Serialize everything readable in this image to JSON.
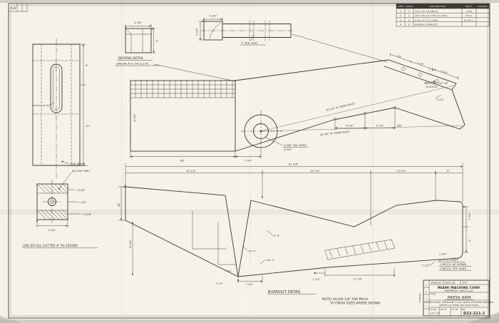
{
  "colors": {
    "paper": "#f4f2e9",
    "ink": "#3a3832"
  },
  "d": {
    "corner": "A-D",
    "lv6": "6\"",
    "lv12": "12\"",
    "lv234": "2 3/4\"",
    "lv1316": "1 3/16\"",
    "lv134": "1 3/4\"",
    "lv2316": "2 3/16\"",
    "b434": "4 3/4\"",
    "b3": "3\"",
    "disc534": "5 3/4\"",
    "disc314": "3 1/4\"",
    "p4000": "4.000\"",
    "p26": "26\"",
    "p714": "7 1/4\"",
    "p614a": "6 1/4\"",
    "p614b": "6 1/4\"",
    "p38": "3/8\"",
    "p34": "3/4\"",
    "p134": "1 3/4\"",
    "p212": "2 1/2\"",
    "p112": "1 1/2\"",
    "p114": "1 1/4\"",
    "u8134": "81 3/4\"",
    "u3314": "33 1/4\"",
    "u2614": "26 1/4\"",
    "u1534": "15 3/4\"",
    "u9": "9\"",
    "u16": "16\"",
    "u1212": "12 1/2\"",
    "u5r": "5\" R",
    "u34r": "3/4\" R",
    "u38r": "3/8\" R",
    "u134": "1 3/4\"",
    "u714": "7 1/4\"",
    "u314": "3 1/4\"",
    "u214": "2 1/4\"",
    "u2114": "21 1/4\"",
    "u212": "2 1/2\"",
    "u234": "2 3/4\"",
    "u334": "3 3/4\"",
    "u4": "4\""
  },
  "labels": {
    "pre_mach": "PRE-MACH",
    "tap_thru": "W-8 TAP THRU",
    "finish": "FINISH 1/4 DP",
    "cutter": "USE DO ALL CUTTER # 76-CR2069",
    "bearing": "BEARING DETAIL",
    "bearing_sub": "SIMILAR # 51-56-112-40",
    "disc": "7\" DIA. DISC",
    "bore1": "3.500\" DIA. BORE",
    "bore2": "3.502\"",
    "rad1": "30 1/4\" R. FROM PIVOT",
    "rad2": "28 3/4\" R. FROM PIVOT",
    "tap10": "W-10 TAP 3/4\" DP",
    "tap10b": "6-HOLES",
    "burnout": "BURNOUT DETAIL",
    "note1": "NOTE) ALLOW 1/8\" FOR MACH.",
    "note2": "TO FINISH SIZES WHERE SHOWN",
    "veo1": "V.E.O. # 15923",
    "veo2": "1-REQ'D. AS SHOWN",
    "veo3": "1-REQ'D. OPP. HAND"
  },
  "parts_table": {
    "headers": [
      "ITEM",
      "QUAN",
      "DESCRIPTION",
      "MAT'L",
      "REMARKS"
    ],
    "rows": [
      {
        "item": "1",
        "quan": "1",
        "desc": "7/8 X 30 7/8 DETAIL",
        "matl": "1045"
      },
      {
        "item": "2",
        "quan": "1",
        "desc": "7/8 X 16 1/4 X 84 1/2 LONG",
        "matl": "H.R.S."
      },
      {
        "item": "3",
        "quan": "2",
        "desc": "1 DIA. X 4 1/2 LONG",
        "matl": "H.R.M.S."
      },
      {
        "item": "4",
        "quan": "2",
        "desc": "HARDEN COMPLETE",
        "matl": ""
      }
    ]
  },
  "title_block": {
    "company": "MIAMI MACHINE CORP.",
    "address": "OVERPECK, OHIO U.S.A.",
    "order_label": "ORDER NO.",
    "serial_label": "SERIAL NO.",
    "date_label": "DATE",
    "title_label": "TITLE",
    "title": "PRESS ARM",
    "fine1": "ALL FRACTIONAL DIMENSIONS ± 1/64 UNLESS OTHERWISE SPECIFIED",
    "fine2": "REMOVE ALL BURRS AND SHARP EDGES",
    "scale_label": "SCALE",
    "scale_value": "1/2\"=1\"",
    "dr_label": "DR. BY",
    "ch_label": "CH. BY",
    "no_label": "NO.",
    "number": "D22-211-1",
    "rev_label": "CHANGES",
    "rev_numbers": [
      "4",
      "3",
      "2",
      "1"
    ]
  }
}
